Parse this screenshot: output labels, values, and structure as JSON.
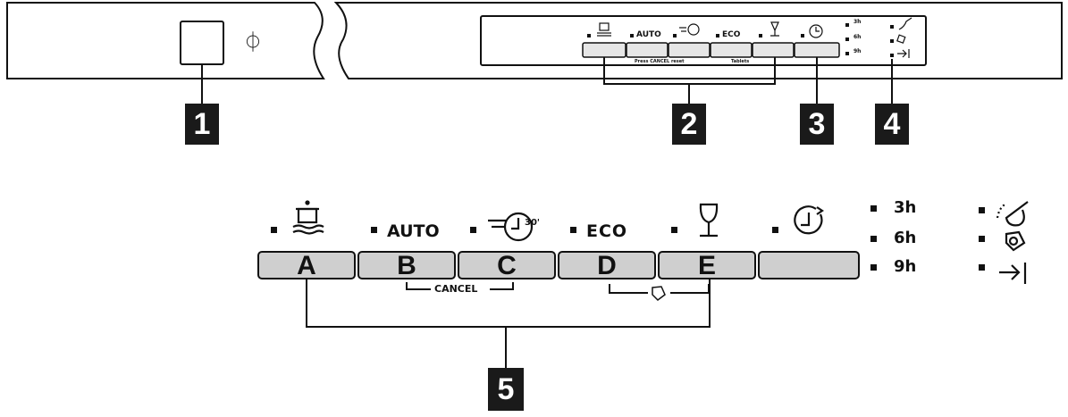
{
  "power_symbol": "⏀",
  "callouts": [
    "1",
    "2",
    "3",
    "4",
    "5"
  ],
  "buttons": [
    {
      "letter": "A",
      "icon": "pots-pans-icon"
    },
    {
      "letter": "B",
      "label": "AUTO"
    },
    {
      "letter": "C",
      "icon": "quick-30-icon"
    },
    {
      "letter": "D",
      "label": "ECO"
    },
    {
      "letter": "E",
      "icon": "wine-glass-icon"
    },
    {
      "letter": "",
      "icon": "delay-timer-icon"
    }
  ],
  "cancel_label": "CANCEL",
  "delay_options": [
    "3h",
    "6h",
    "9h"
  ],
  "indicator_icons": [
    "rinse-aid-icon",
    "salt-tablet-icon",
    "end-of-cycle-icon"
  ],
  "mini_panel": {
    "auto_label": "AUTO",
    "eco_label": "ECO",
    "cancel_text": "Press CANCEL reset",
    "tablet_text": "Tablets",
    "delay_options": [
      "3h",
      "6h",
      "9h"
    ]
  }
}
